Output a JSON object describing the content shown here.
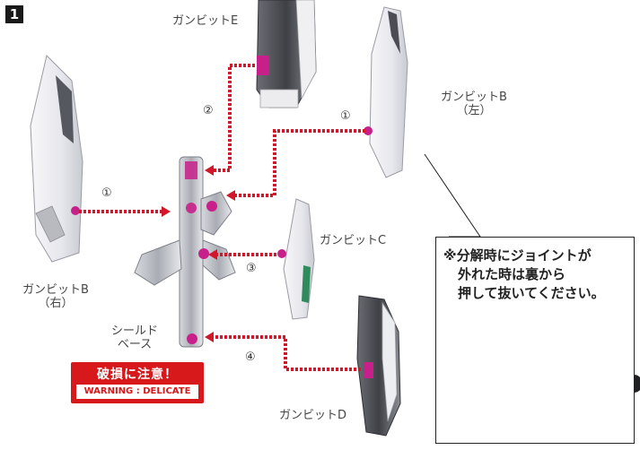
{
  "step": {
    "number": "1"
  },
  "labels": {
    "gunbit_e": "ガンビットE",
    "gunbit_b_left_line1": "ガンビットB",
    "gunbit_b_left_line2": "（左）",
    "gunbit_b_right_line1": "ガンビットB",
    "gunbit_b_right_line2": "（右）",
    "gunbit_c": "ガンビットC",
    "gunbit_d": "ガンビットD",
    "shield_base_line1": "シールド",
    "shield_base_line2": "ベース"
  },
  "steps": {
    "one_a": "①",
    "one_b": "①",
    "two": "②",
    "three": "③",
    "four": "④"
  },
  "warning": {
    "japanese": "破損に注意！",
    "english": "WARNING : DELICATE"
  },
  "note": {
    "line1": "※分解時にジョイントが",
    "line2": "外れた時は裏から",
    "line3": "押して抜いてください。"
  },
  "colors": {
    "arrow": "#d0182a",
    "warning_bg": "#d7191c",
    "joint": "#c8208a",
    "push_arrow": "#2aa1dc"
  }
}
